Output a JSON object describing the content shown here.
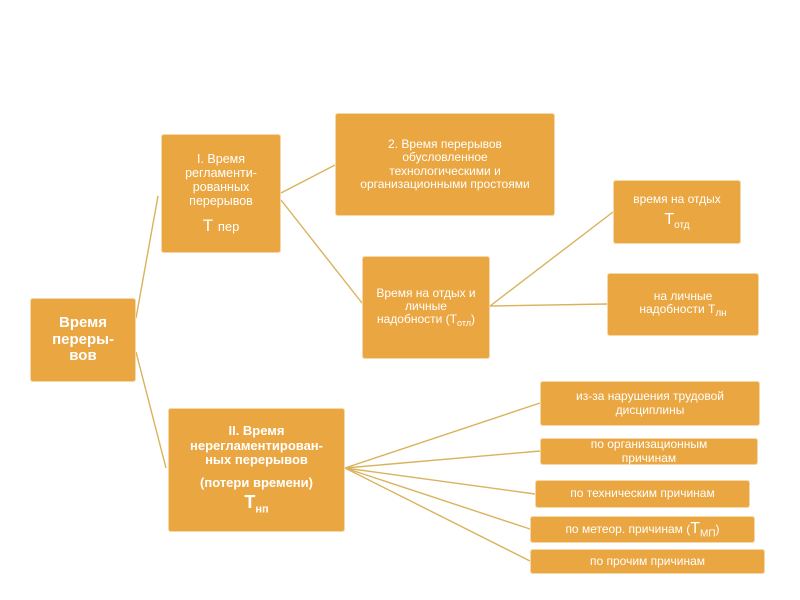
{
  "diagram": {
    "root": {
      "lines": [
        "Время",
        "переры-",
        "вов"
      ]
    },
    "regulated": {
      "lines": [
        "I. Время",
        "регламенти-",
        "рованных",
        "перерывов"
      ],
      "symbol_main": "Т",
      "symbol_sub": "пер"
    },
    "tech_org": {
      "lines": [
        "2. Время перерывов",
        "обусловленное",
        "технологическими и",
        "организационными простоями"
      ]
    },
    "rest_personal": {
      "lines": [
        "Время на отдых и",
        "личные"
      ],
      "line3_text": "надобности (Т",
      "line3_sub": "отл",
      "line3_close": ")"
    },
    "rest": {
      "label": "время на отдых",
      "symbol_main": "Т",
      "symbol_sub": "отд"
    },
    "personal": {
      "line1": "на личные",
      "line2_text": "надобности Т",
      "line2_sub": "лн"
    },
    "unregulated": {
      "lines": [
        "II. Время",
        "нерегламентирован-",
        "ных перерывов"
      ],
      "subtitle": "(потери времени)",
      "symbol_main": "Т",
      "symbol_sub": "нп"
    },
    "losses": {
      "discipline": [
        "из-за нарушения трудовой",
        "дисциплины"
      ],
      "organizational": [
        "по организационным",
        "причинам"
      ],
      "technical": "по техническим причинам",
      "meteo_text": "по метеор. причинам (",
      "meteo_symbol": "Т",
      "meteo_sub": "МП",
      "meteo_close": ")",
      "other": "по прочим причинам"
    }
  },
  "colors": {
    "box_fill": "#eaa640",
    "connector": "#d9b35c",
    "text": "#ffffff"
  }
}
